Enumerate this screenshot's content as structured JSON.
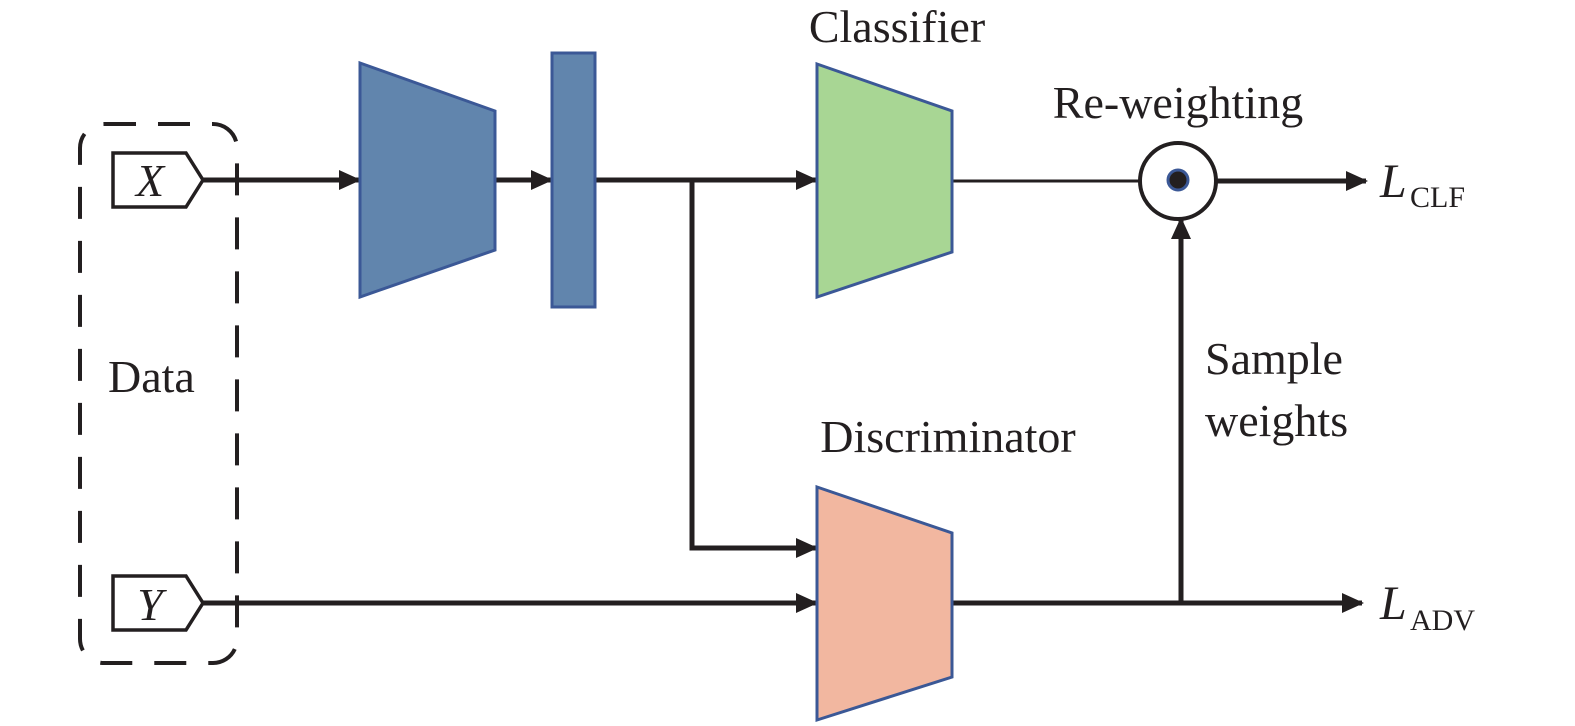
{
  "diagram": {
    "data_group": {
      "label": "Data",
      "inputs": [
        {
          "symbol": "X"
        },
        {
          "symbol": "Y"
        }
      ]
    },
    "blocks": {
      "encoder": {
        "label": "",
        "color": "#6185ad"
      },
      "feature": {
        "label": "",
        "color": "#6185ad"
      },
      "classifier": {
        "label": "Classifier",
        "color": "#a8d694"
      },
      "discriminator": {
        "label": "Discriminator",
        "color": "#f2b7a0"
      }
    },
    "reweighting": {
      "label": "Re-weighting"
    },
    "sample_weights": {
      "line1": "Sample",
      "line2": "weights"
    },
    "outputs": {
      "clf": {
        "main": "L",
        "sub": "CLF"
      },
      "adv": {
        "main": "L",
        "sub": "ADV"
      }
    },
    "colors": {
      "stroke": "#231f20",
      "block_border": "#3b5896"
    }
  }
}
